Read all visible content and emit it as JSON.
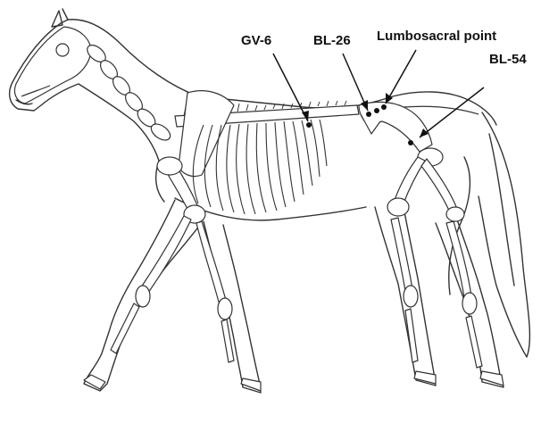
{
  "colors": {
    "background": "#ffffff",
    "outline": "#333333",
    "bone": "#ffffff",
    "ink": "#111111"
  },
  "labels": {
    "gv6": "GV-6",
    "bl26": "BL-26",
    "lumbosacral": "Lumbosacral point",
    "bl54": "BL-54"
  }
}
